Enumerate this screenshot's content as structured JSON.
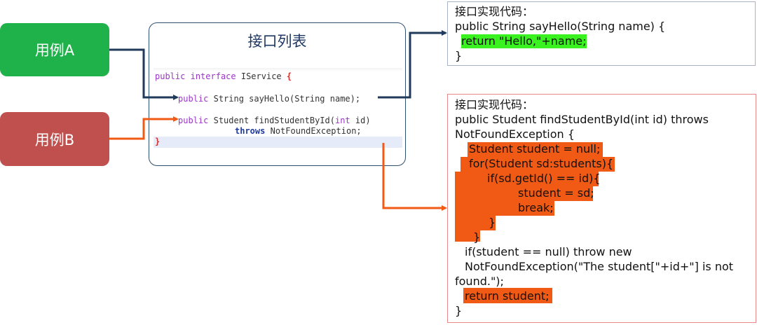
{
  "use_cases": {
    "a": {
      "label": "用例A",
      "color": "#1fb24a"
    },
    "b": {
      "label": "用例B",
      "color": "#c0504d"
    }
  },
  "interface_panel": {
    "title": "接口列表",
    "line1": {
      "kw1": "public",
      "kw2": "interface",
      "name": "IService",
      "brace": "{"
    },
    "line2": {
      "kw": "public",
      "rest": "String sayHello(String name);"
    },
    "line3": {
      "kw": "public",
      "rest_a": "Student findStudentById(",
      "kw_int": "int",
      "rest_b": "id)"
    },
    "line4": {
      "kw": "throws",
      "rest": "NotFoundException;"
    },
    "line5": {
      "brace": "}"
    }
  },
  "impl_a": {
    "heading": "接口实现代码：",
    "signature": "public String sayHello(String name) {",
    "body": "return \"Hello,\"+name;",
    "close": "}",
    "highlight_color": "#3af21f"
  },
  "impl_b": {
    "heading": "接口实现代码：",
    "sig1": "public Student findStudentById(int id) throws",
    "sig2": "NotFoundException {",
    "l1": "Student student = null;",
    "l2": "for(Student sd:students){",
    "l3": "if(sd.getId() == id){",
    "l4": "student = sd;",
    "l5": "break;",
    "l6": "}",
    "l7": "}",
    "l8": "if(student == null) throw new",
    "l9": "NotFoundException(\"The student[\"+id+\"] is not",
    "l10": "found.\");",
    "l11": "return student;",
    "l12": "}",
    "highlight_color": "#f05a14"
  },
  "connector_colors": {
    "a": "#1f3a5a",
    "b": "#f05a14"
  }
}
